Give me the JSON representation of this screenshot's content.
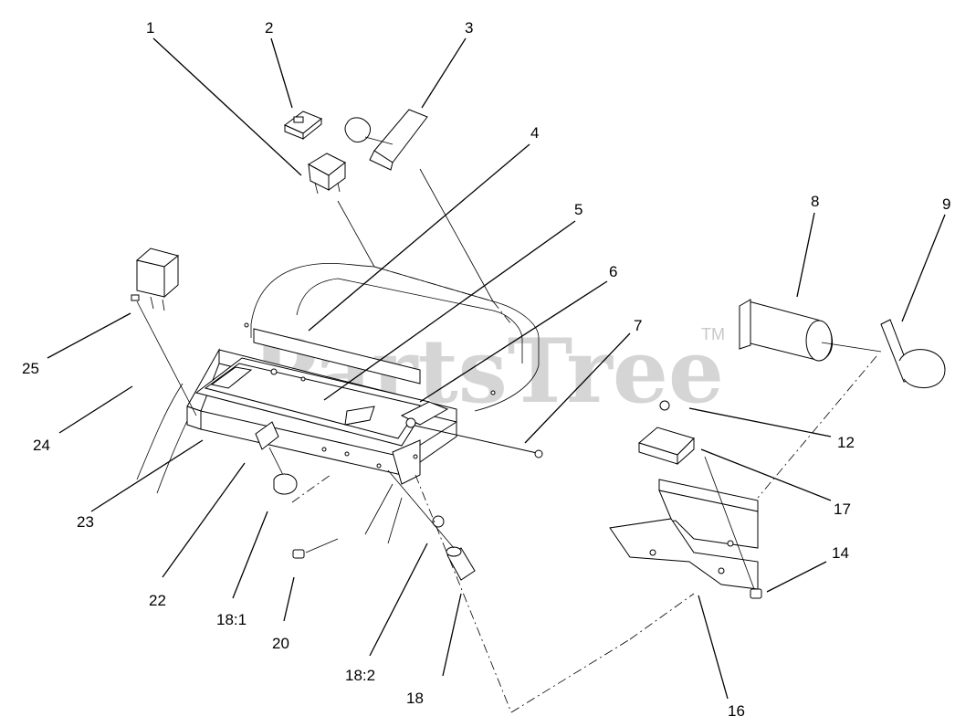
{
  "watermark": {
    "text": "PartsTree",
    "trademark": "TM"
  },
  "callouts": {
    "c1": "1",
    "c2": "2",
    "c3": "3",
    "c4": "4",
    "c5": "5",
    "c6": "6",
    "c7": "7",
    "c8": "8",
    "c9": "9",
    "c12": "12",
    "c14": "14",
    "c16": "16",
    "c17": "17",
    "c18": "18",
    "c18_1": "18:1",
    "c18_2": "18:2",
    "c20": "20",
    "c22": "22",
    "c23": "23",
    "c24": "24",
    "c25": "25"
  }
}
